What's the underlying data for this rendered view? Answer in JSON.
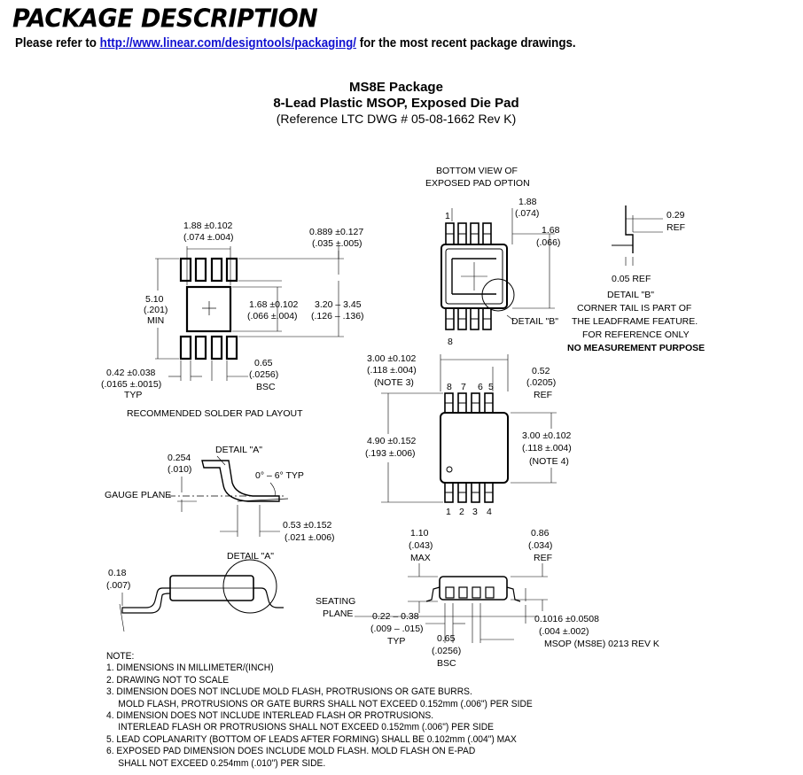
{
  "header": {
    "title": "PACKAGE DESCRIPTION",
    "refer_prefix": "Please refer to ",
    "refer_link": "http://www.linear.com/designtools/packaging/",
    "refer_suffix": " for the most recent package drawings."
  },
  "package": {
    "name": "MS8E Package",
    "description": "8-Lead Plastic MSOP, Exposed Die Pad",
    "reference": "(Reference LTC DWG # 05-08-1662 Rev K)"
  },
  "solder_layout": {
    "dim_width_mm": "1.88 ±0.102",
    "dim_width_in": "(.074 ±.004)",
    "dim_gap_mm": "0.889 ±0.127",
    "dim_gap_in": "(.035 ±.005)",
    "dim_height_mm": "5.10",
    "dim_height_in": "(.201)",
    "dim_height_note": "MIN",
    "dim_pad_mm": "1.68 ±0.102",
    "dim_pad_in": "(.066 ±.004)",
    "dim_span_mm": "3.20 – 3.45",
    "dim_span_in": "(.126 – .136)",
    "dim_lead_mm": "0.42 ±0.038",
    "dim_lead_in": "(.0165 ±.0015)",
    "dim_lead_note": "TYP",
    "dim_pitch_mm": "0.65",
    "dim_pitch_in": "(.0256)",
    "dim_pitch_note": "BSC",
    "caption": "RECOMMENDED SOLDER PAD LAYOUT"
  },
  "bottom_view": {
    "title1": "BOTTOM VIEW OF",
    "title2": "EXPOSED PAD OPTION",
    "dim_a_mm": "1.88",
    "dim_a_in": "(.074)",
    "dim_b_mm": "1.68",
    "dim_b_in": "(.066)",
    "pin1": "1",
    "pin8": "8",
    "detail_b_label": "DETAIL \"B\""
  },
  "detail_b": {
    "dim_ref_mm": "0.29",
    "dim_ref_note": "REF",
    "dim_005": "0.05 REF",
    "title": "DETAIL \"B\"",
    "line1": "CORNER TAIL IS PART OF",
    "line2": "THE LEADFRAME FEATURE.",
    "line3": "FOR REFERENCE ONLY",
    "line4": "NO MEASUREMENT PURPOSE"
  },
  "top_view": {
    "dim_w_mm": "3.00 ±0.102",
    "dim_w_in": "(.118 ±.004)",
    "dim_w_note": "(NOTE 3)",
    "dim_tip_mm": "0.52",
    "dim_tip_in": "(.0205)",
    "dim_tip_note": "REF",
    "dim_len_mm": "4.90 ±0.152",
    "dim_len_in": "(.193 ±.006)",
    "dim_body_mm": "3.00 ±0.102",
    "dim_body_in": "(.118 ±.004)",
    "dim_body_note": "(NOTE 4)",
    "pins_top": [
      "8",
      "7",
      "6",
      "5"
    ],
    "pins_bottom": [
      "1",
      "2",
      "3",
      "4"
    ]
  },
  "detail_a_upper": {
    "title": "DETAIL \"A\"",
    "dim_mm": "0.254",
    "dim_in": "(.010)",
    "angle": "0° – 6° TYP",
    "gauge": "GAUGE PLANE",
    "dim_lead_mm": "0.53 ±0.152",
    "dim_lead_in": "(.021 ±.006)"
  },
  "side_view": {
    "detail_a": "DETAIL \"A\"",
    "dim_018_mm": "0.18",
    "dim_018_in": "(.007)",
    "dim_h_mm": "1.10",
    "dim_h_in": "(.043)",
    "dim_h_note": "MAX",
    "dim_ref_mm": "0.86",
    "dim_ref_in": "(.034)",
    "dim_ref_note": "REF",
    "seating1": "SEATING",
    "seating2": "PLANE",
    "dim_lead_mm": "0.22 – 0.38",
    "dim_lead_in": "(.009 – .015)",
    "dim_lead_note": "TYP",
    "dim_pitch_mm": "0.65",
    "dim_pitch_in": "(.0256)",
    "dim_pitch_note": "BSC",
    "dim_stand_mm": "0.1016 ±0.0508",
    "dim_stand_in": "(.004 ±.002)",
    "drawing_code": "MSOP (MS8E) 0213 REV K"
  },
  "notes": {
    "heading": "NOTE:",
    "items": [
      "1. DIMENSIONS IN MILLIMETER/(INCH)",
      "2. DRAWING NOT TO SCALE",
      "3. DIMENSION DOES NOT INCLUDE MOLD FLASH, PROTRUSIONS OR GATE BURRS.",
      "MOLD FLASH, PROTRUSIONS OR GATE BURRS SHALL NOT EXCEED 0.152mm (.006\") PER SIDE",
      "4. DIMENSION DOES NOT INCLUDE INTERLEAD FLASH OR PROTRUSIONS.",
      "INTERLEAD FLASH OR PROTRUSIONS SHALL NOT EXCEED 0.152mm (.006\") PER SIDE",
      "5. LEAD COPLANARITY (BOTTOM OF LEADS AFTER FORMING) SHALL BE 0.102mm (.004\") MAX",
      "6. EXPOSED PAD DIMENSION DOES INCLUDE MOLD FLASH. MOLD FLASH ON E-PAD",
      "SHALL NOT EXCEED 0.254mm (.010\") PER SIDE."
    ]
  }
}
